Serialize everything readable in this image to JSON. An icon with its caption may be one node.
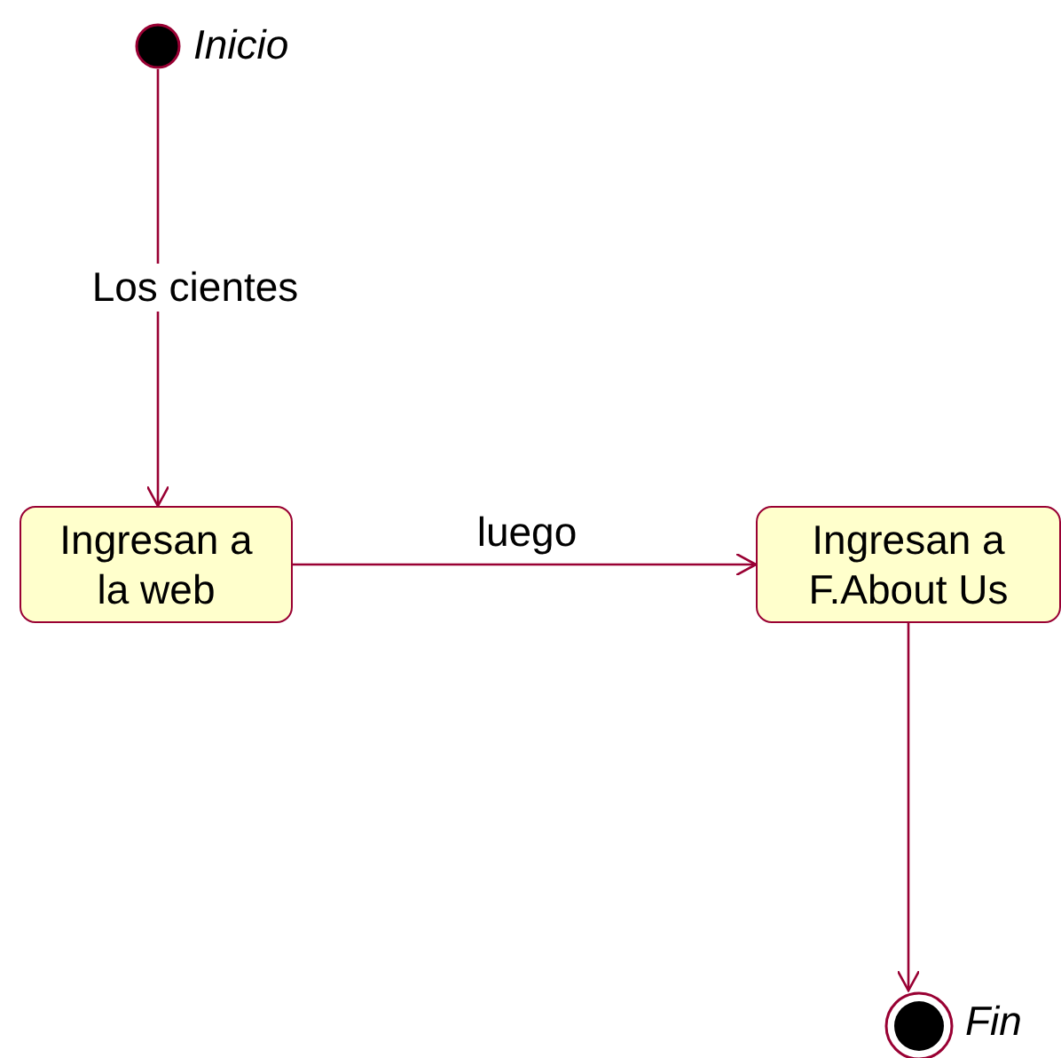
{
  "diagram": {
    "nodes": [
      {
        "text": [],
        "shape": "circle",
        "beside": [
          "Inicio"
        ]
      },
      {
        "text": [
          "Ingresan a la web"
        ]
      },
      {
        "text": [
          "Ingresan a F.About Us"
        ]
      },
      {
        "text": [],
        "shape": "circle",
        "beside": [
          "Fin"
        ]
      }
    ],
    "edges": [
      {
        "from": 0,
        "to": 1,
        "arrow": "to",
        "label": "Los cientes"
      },
      {
        "from": 1,
        "to": 2,
        "arrow": "to",
        "label": "luego"
      },
      {
        "from": 2,
        "to": 3,
        "arrow": "to"
      }
    ]
  }
}
